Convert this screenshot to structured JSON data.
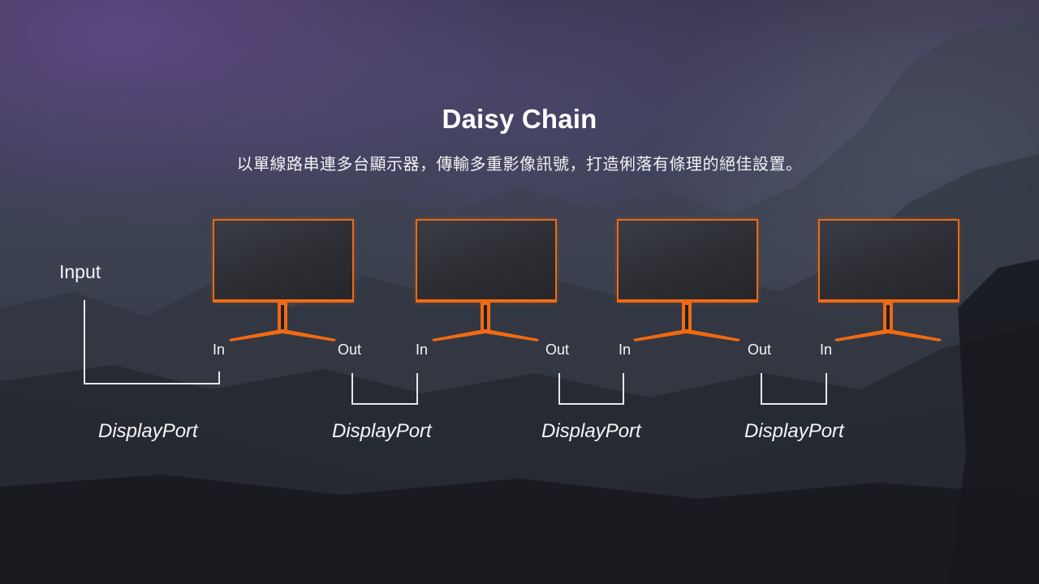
{
  "title": "Daisy Chain",
  "subtitle": "以單線路串連多台顯示器，傳輸多重影像訊號，打造俐落有條理的絕佳設置。",
  "input_label": "Input",
  "ports": {
    "in": "In",
    "out": "Out"
  },
  "displayport_labels": [
    "DisplayPort",
    "DisplayPort",
    "DisplayPort",
    "DisplayPort"
  ],
  "colors": {
    "accent": "#f06a12",
    "text": "#ffffff"
  }
}
